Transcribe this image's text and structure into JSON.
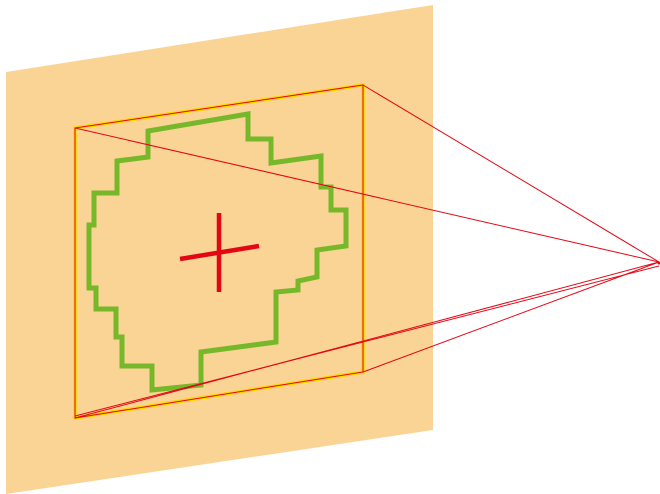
{
  "colors": {
    "background": "#ffffff",
    "image_plane": "#fad495",
    "bounding_box": "#ffd700",
    "bounding_box_edge": "#e30613",
    "object_outline": "#76b82a",
    "center_marker": "#e30613",
    "projection_rays": "#e30613"
  },
  "diagram": {
    "type": "camera-projection-frustum",
    "elements": [
      "image-plane",
      "bounding-box",
      "object-outline",
      "center-marker",
      "projection-rays",
      "camera-center"
    ]
  }
}
